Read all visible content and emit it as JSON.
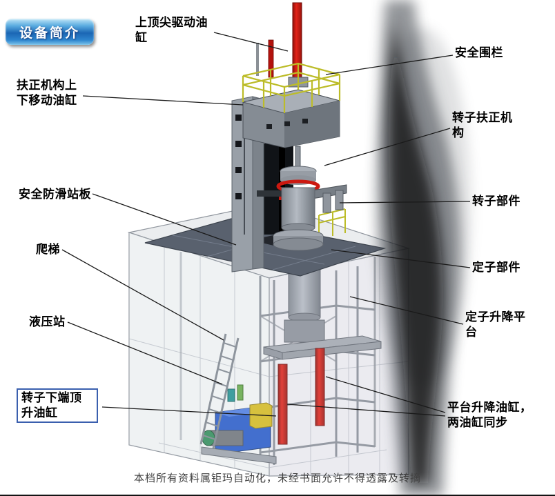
{
  "badge": {
    "text": "设备简介"
  },
  "labels": {
    "top_cylinder": "上顶尖驱动油缸",
    "safety_fence": "安全围栏",
    "centering_cylinder": "扶正机构上下移动油缸",
    "rotor_centering": "转子扶正机构",
    "antislip_board": "安全防滑站板",
    "rotor_part": "转子部件",
    "ladder": "爬梯",
    "stator_part": "定子部件",
    "hydraulic_station": "液压站",
    "stator_lift_platform": "定子升降平台",
    "rotor_bottom_cylinder": "转子下端顶升油缸",
    "platform_lift_cylinder": "平台升降油缸，两油缸同步"
  },
  "footer": {
    "watermark": "本档所有资料属钜玛自动化，未经书面允许不得透露及转摘"
  },
  "colors": {
    "cylinder_red": "#cc1510",
    "fence_yellow": "#bcbc28",
    "hydraulic_blue": "#2458c8",
    "badge_blue": "#1b66b4",
    "platform_gray": "#59616e"
  }
}
